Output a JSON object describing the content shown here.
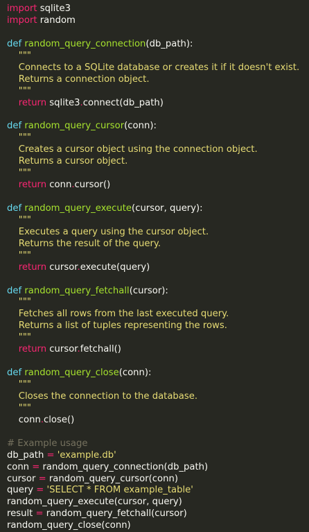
{
  "editor": {
    "theme": {
      "background": "#272822",
      "text": "#f8f8f2",
      "keyword": "#f92672",
      "function": "#a6e22e",
      "string": "#e6db74",
      "comment": "#75715e"
    },
    "lines": [
      [
        {
          "t": "kw",
          "v": "import"
        },
        {
          "t": "plain",
          "v": " sqlite3"
        }
      ],
      [
        {
          "t": "kw",
          "v": "import"
        },
        {
          "t": "plain",
          "v": " random"
        }
      ],
      [],
      [
        {
          "t": "def",
          "v": "def"
        },
        {
          "t": "plain",
          "v": " "
        },
        {
          "t": "fn",
          "v": "random_query_connection"
        },
        {
          "t": "plain",
          "v": "(db_path):"
        }
      ],
      [
        {
          "t": "doc",
          "v": "    \"\"\""
        }
      ],
      [
        {
          "t": "doc",
          "v": "    Connects to a SQLite database or creates it if it doesn't exist."
        }
      ],
      [
        {
          "t": "doc",
          "v": "    Returns a connection object."
        }
      ],
      [
        {
          "t": "doc",
          "v": "    \"\"\""
        }
      ],
      [
        {
          "t": "plain",
          "v": "    "
        },
        {
          "t": "kw",
          "v": "return"
        },
        {
          "t": "plain",
          "v": " sqlite3"
        },
        {
          "t": "op",
          "v": "."
        },
        {
          "t": "plain",
          "v": "connect(db_path)"
        }
      ],
      [],
      [
        {
          "t": "def",
          "v": "def"
        },
        {
          "t": "plain",
          "v": " "
        },
        {
          "t": "fn",
          "v": "random_query_cursor"
        },
        {
          "t": "plain",
          "v": "(conn):"
        }
      ],
      [
        {
          "t": "doc",
          "v": "    \"\"\""
        }
      ],
      [
        {
          "t": "doc",
          "v": "    Creates a cursor object using the connection object."
        }
      ],
      [
        {
          "t": "doc",
          "v": "    Returns a cursor object."
        }
      ],
      [
        {
          "t": "doc",
          "v": "    \"\"\""
        }
      ],
      [
        {
          "t": "plain",
          "v": "    "
        },
        {
          "t": "kw",
          "v": "return"
        },
        {
          "t": "plain",
          "v": " conn"
        },
        {
          "t": "op",
          "v": "."
        },
        {
          "t": "plain",
          "v": "cursor()"
        }
      ],
      [],
      [
        {
          "t": "def",
          "v": "def"
        },
        {
          "t": "plain",
          "v": " "
        },
        {
          "t": "fn",
          "v": "random_query_execute"
        },
        {
          "t": "plain",
          "v": "(cursor, query):"
        }
      ],
      [
        {
          "t": "doc",
          "v": "    \"\"\""
        }
      ],
      [
        {
          "t": "doc",
          "v": "    Executes a query using the cursor object."
        }
      ],
      [
        {
          "t": "doc",
          "v": "    Returns the result of the query."
        }
      ],
      [
        {
          "t": "doc",
          "v": "    \"\"\""
        }
      ],
      [
        {
          "t": "plain",
          "v": "    "
        },
        {
          "t": "kw",
          "v": "return"
        },
        {
          "t": "plain",
          "v": " cursor"
        },
        {
          "t": "op",
          "v": "."
        },
        {
          "t": "plain",
          "v": "execute(query)"
        }
      ],
      [],
      [
        {
          "t": "def",
          "v": "def"
        },
        {
          "t": "plain",
          "v": " "
        },
        {
          "t": "fn",
          "v": "random_query_fetchall"
        },
        {
          "t": "plain",
          "v": "(cursor):"
        }
      ],
      [
        {
          "t": "doc",
          "v": "    \"\"\""
        }
      ],
      [
        {
          "t": "doc",
          "v": "    Fetches all rows from the last executed query."
        }
      ],
      [
        {
          "t": "doc",
          "v": "    Returns a list of tuples representing the rows."
        }
      ],
      [
        {
          "t": "doc",
          "v": "    \"\"\""
        }
      ],
      [
        {
          "t": "plain",
          "v": "    "
        },
        {
          "t": "kw",
          "v": "return"
        },
        {
          "t": "plain",
          "v": " cursor"
        },
        {
          "t": "op",
          "v": "."
        },
        {
          "t": "plain",
          "v": "fetchall()"
        }
      ],
      [],
      [
        {
          "t": "def",
          "v": "def"
        },
        {
          "t": "plain",
          "v": " "
        },
        {
          "t": "fn",
          "v": "random_query_close"
        },
        {
          "t": "plain",
          "v": "(conn):"
        }
      ],
      [
        {
          "t": "doc",
          "v": "    \"\"\""
        }
      ],
      [
        {
          "t": "doc",
          "v": "    Closes the connection to the database."
        }
      ],
      [
        {
          "t": "doc",
          "v": "    \"\"\""
        }
      ],
      [
        {
          "t": "plain",
          "v": "    conn"
        },
        {
          "t": "op",
          "v": "."
        },
        {
          "t": "plain",
          "v": "close()"
        }
      ],
      [],
      [
        {
          "t": "cmt",
          "v": "# Example usage"
        }
      ],
      [
        {
          "t": "plain",
          "v": "db_path "
        },
        {
          "t": "op",
          "v": "="
        },
        {
          "t": "plain",
          "v": " "
        },
        {
          "t": "str",
          "v": "'example.db'"
        }
      ],
      [
        {
          "t": "plain",
          "v": "conn "
        },
        {
          "t": "op",
          "v": "="
        },
        {
          "t": "plain",
          "v": " random_query_connection(db_path)"
        }
      ],
      [
        {
          "t": "plain",
          "v": "cursor "
        },
        {
          "t": "op",
          "v": "="
        },
        {
          "t": "plain",
          "v": " random_query_cursor(conn)"
        }
      ],
      [
        {
          "t": "plain",
          "v": "query "
        },
        {
          "t": "op",
          "v": "="
        },
        {
          "t": "plain",
          "v": " "
        },
        {
          "t": "str",
          "v": "'SELECT * FROM example_table'"
        }
      ],
      [
        {
          "t": "plain",
          "v": "random_query_execute(cursor, query)"
        }
      ],
      [
        {
          "t": "plain",
          "v": "result "
        },
        {
          "t": "op",
          "v": "="
        },
        {
          "t": "plain",
          "v": " random_query_fetchall(cursor)"
        }
      ],
      [
        {
          "t": "plain",
          "v": "random_query_close(conn)"
        }
      ]
    ]
  }
}
